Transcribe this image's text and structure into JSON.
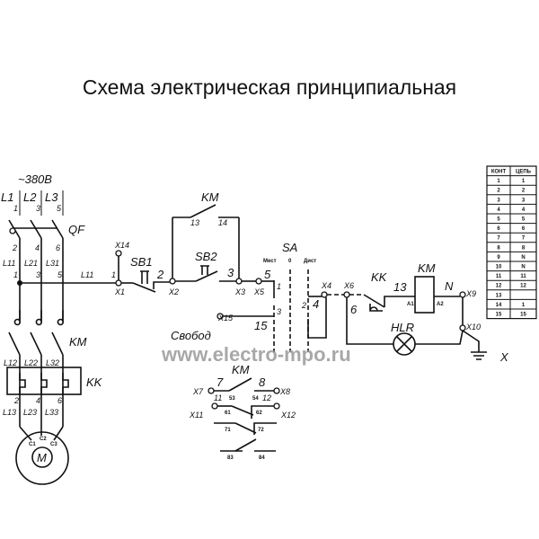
{
  "title": "Схема электрическая принципиальная",
  "watermark": "www.electro-mpo.ru",
  "labels": {
    "voltage": "~380В",
    "l1": "L1",
    "l2": "L2",
    "l3": "L3",
    "qf": "QF",
    "n1": "1",
    "n3": "3",
    "n5": "5",
    "n2": "2",
    "n4": "4",
    "n6": "6",
    "l11": "L11",
    "l21": "L21",
    "l31": "L31",
    "l11_wire": "L11",
    "x14": "X14",
    "x1": "X1",
    "w1": "1",
    "sb1": "SB1",
    "w2": "2",
    "x2": "X2",
    "km_top": "KM",
    "c13": "13",
    "c14": "14",
    "sb2": "SB2",
    "w3": "3",
    "x3": "X3",
    "x5": "X5",
    "w5": "5",
    "sa": "SA",
    "mest": "Мест",
    "zero": "0",
    "dist": "Дист",
    "sa1": "1",
    "sa3": "3",
    "sa2": "2",
    "w4": "4",
    "x15": "X15",
    "w15": "15",
    "svob": "Свобод",
    "x4": "X4",
    "x6": "X6",
    "w6": "6",
    "kk_right": "KK",
    "w13": "13",
    "km_coil": "KM",
    "a1": "A1",
    "a2": "A2",
    "n": "N",
    "x9": "X9",
    "x10": "X10",
    "hlr": "HLR",
    "x": "X",
    "km_power": "KM",
    "l12": "L12",
    "l22": "L22",
    "l32": "L32",
    "kk_left": "KK",
    "k2": "2",
    "k4": "4",
    "k6": "6",
    "l13": "L13",
    "l23": "L23",
    "l33": "L33",
    "c1": "C1",
    "c2": "C2",
    "c3": "C3",
    "m": "M",
    "km_aux": "KM",
    "w7": "7",
    "w8": "8",
    "x7": "X7",
    "x8": "X8",
    "w11": "11",
    "c53": "53",
    "c54": "54",
    "w12": "12",
    "x11": "X11",
    "x12": "X12",
    "c61": "61",
    "c62": "62",
    "c71": "71",
    "c72": "72",
    "c83": "83",
    "c84": "84"
  },
  "table": {
    "headers": [
      "КОНТ",
      "ЦЕПЬ"
    ],
    "rows": [
      [
        "1",
        "1"
      ],
      [
        "2",
        "2"
      ],
      [
        "3",
        "3"
      ],
      [
        "4",
        "4"
      ],
      [
        "5",
        "5"
      ],
      [
        "6",
        "6"
      ],
      [
        "7",
        "7"
      ],
      [
        "8",
        "8"
      ],
      [
        "9",
        "N"
      ],
      [
        "10",
        "N"
      ],
      [
        "11",
        "11"
      ],
      [
        "12",
        "12"
      ],
      [
        "13",
        ""
      ],
      [
        "14",
        "1"
      ],
      [
        "15",
        "15"
      ]
    ]
  }
}
